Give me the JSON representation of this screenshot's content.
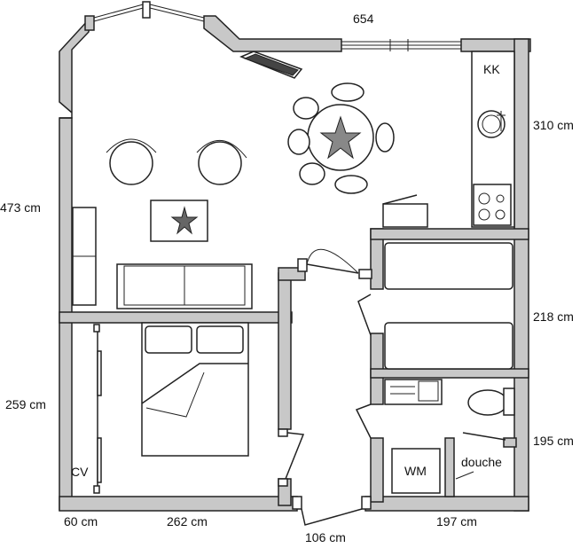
{
  "dimensions": {
    "top_width": "654",
    "left_upper": "473 cm",
    "left_lower": "259 cm",
    "right_upper": "310 cm",
    "right_middle": "218 cm",
    "right_lower": "195 cm",
    "bottom_left": "60 cm",
    "bottom_mid": "262 cm",
    "bottom_door": "106 cm",
    "bottom_right": "197 cm"
  },
  "room_labels": {
    "kitchen": "KK",
    "closet": "CV",
    "washer": "WM",
    "shower": "douche"
  },
  "colors": {
    "wall_fill": "#c8c8c8",
    "line": "#222222",
    "background": "#ffffff"
  }
}
